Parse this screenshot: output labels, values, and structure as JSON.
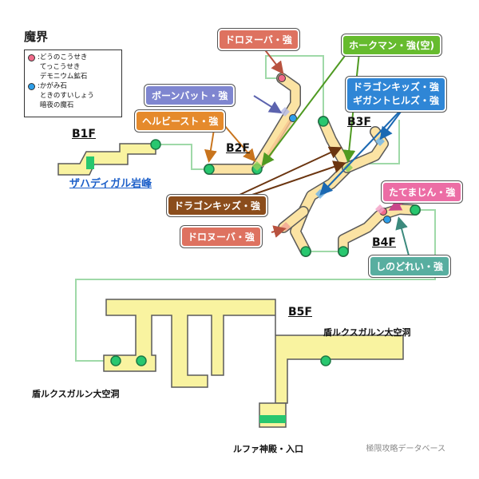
{
  "title": "魔界",
  "legend": {
    "pink": {
      "color": "#f06b8a",
      "prefix": ":",
      "lines": [
        "どうのこうせき",
        "てっこうせき",
        "デモニウム鉱石"
      ]
    },
    "blue": {
      "color": "#2e9ee8",
      "prefix": ":",
      "lines": [
        "かがみ石",
        "ときのすいしょう",
        "暗夜の魔石"
      ]
    }
  },
  "floors": {
    "b1f": "B1F",
    "b2f": "B2F",
    "b3f": "B3F",
    "b4f": "B4F",
    "b5f": "B5F"
  },
  "monsters": {
    "drohnuba_top": "ドロヌーバ・強",
    "hawkman": "ホークマン・強(空)",
    "bonebat": "ボーンバット・強",
    "dragonkids_gigant": [
      "ドラゴンキッズ・強",
      "ギガントヒルズ・強"
    ],
    "hellbeast": "ヘルビースト・強",
    "dragonkids": "ドラゴンキッズ・強",
    "tatemajin": "たてまじん・強",
    "drohnuba_bottom": "ドロヌーバ・強",
    "shinodoreí": "しのどれい・強"
  },
  "places": {
    "zahadi": "ザハディガル岩峰",
    "cave_right": "盾ルクスガルン大空洞",
    "cave_left": "盾ルクスガルン大空洞",
    "entrance": "ルファ神殿・入口"
  },
  "credit": "極限攻略データベース",
  "colors": {
    "path": "#f9f3a0",
    "path_stroke": "#5a5a5a",
    "connector": "#9fd9a8",
    "warp": "#28c76f",
    "orange_tag": "#e58a2c",
    "salmon_tag": "#de7260",
    "green_tag": "#66bb2e",
    "purple_tag": "#7f86d0",
    "blue_tag": "#2f86d6",
    "brown_tag": "#8b4d1c",
    "pink_tag": "#ec6da5",
    "teal_tag": "#58aea0",
    "pink_ore": "#f06b8a",
    "blue_ore": "#2e9ee8"
  }
}
